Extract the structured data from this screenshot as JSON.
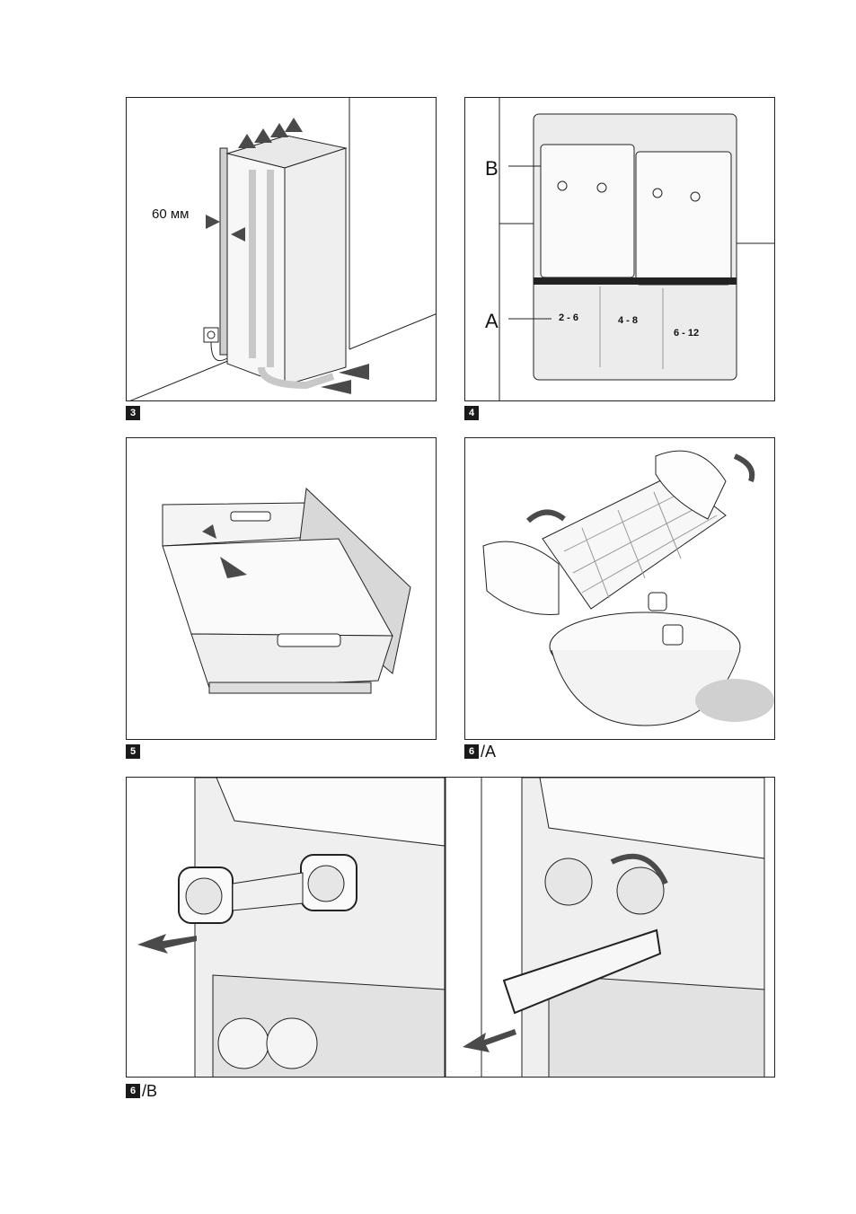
{
  "figures": [
    {
      "number": "3",
      "suffix": "",
      "callout": "60 мм"
    },
    {
      "number": "4",
      "suffix": "",
      "callout_b": "B",
      "callout_a": "A",
      "zones": [
        "2 - 6",
        "4 - 8",
        "6 - 12"
      ]
    },
    {
      "number": "5",
      "suffix": ""
    },
    {
      "number": "6",
      "suffix": "/A"
    },
    {
      "number": "6",
      "suffix": "/B"
    }
  ],
  "colors": {
    "line": "#222222",
    "shade": "#cfcfcf",
    "arrow": "#4a4a4a"
  }
}
